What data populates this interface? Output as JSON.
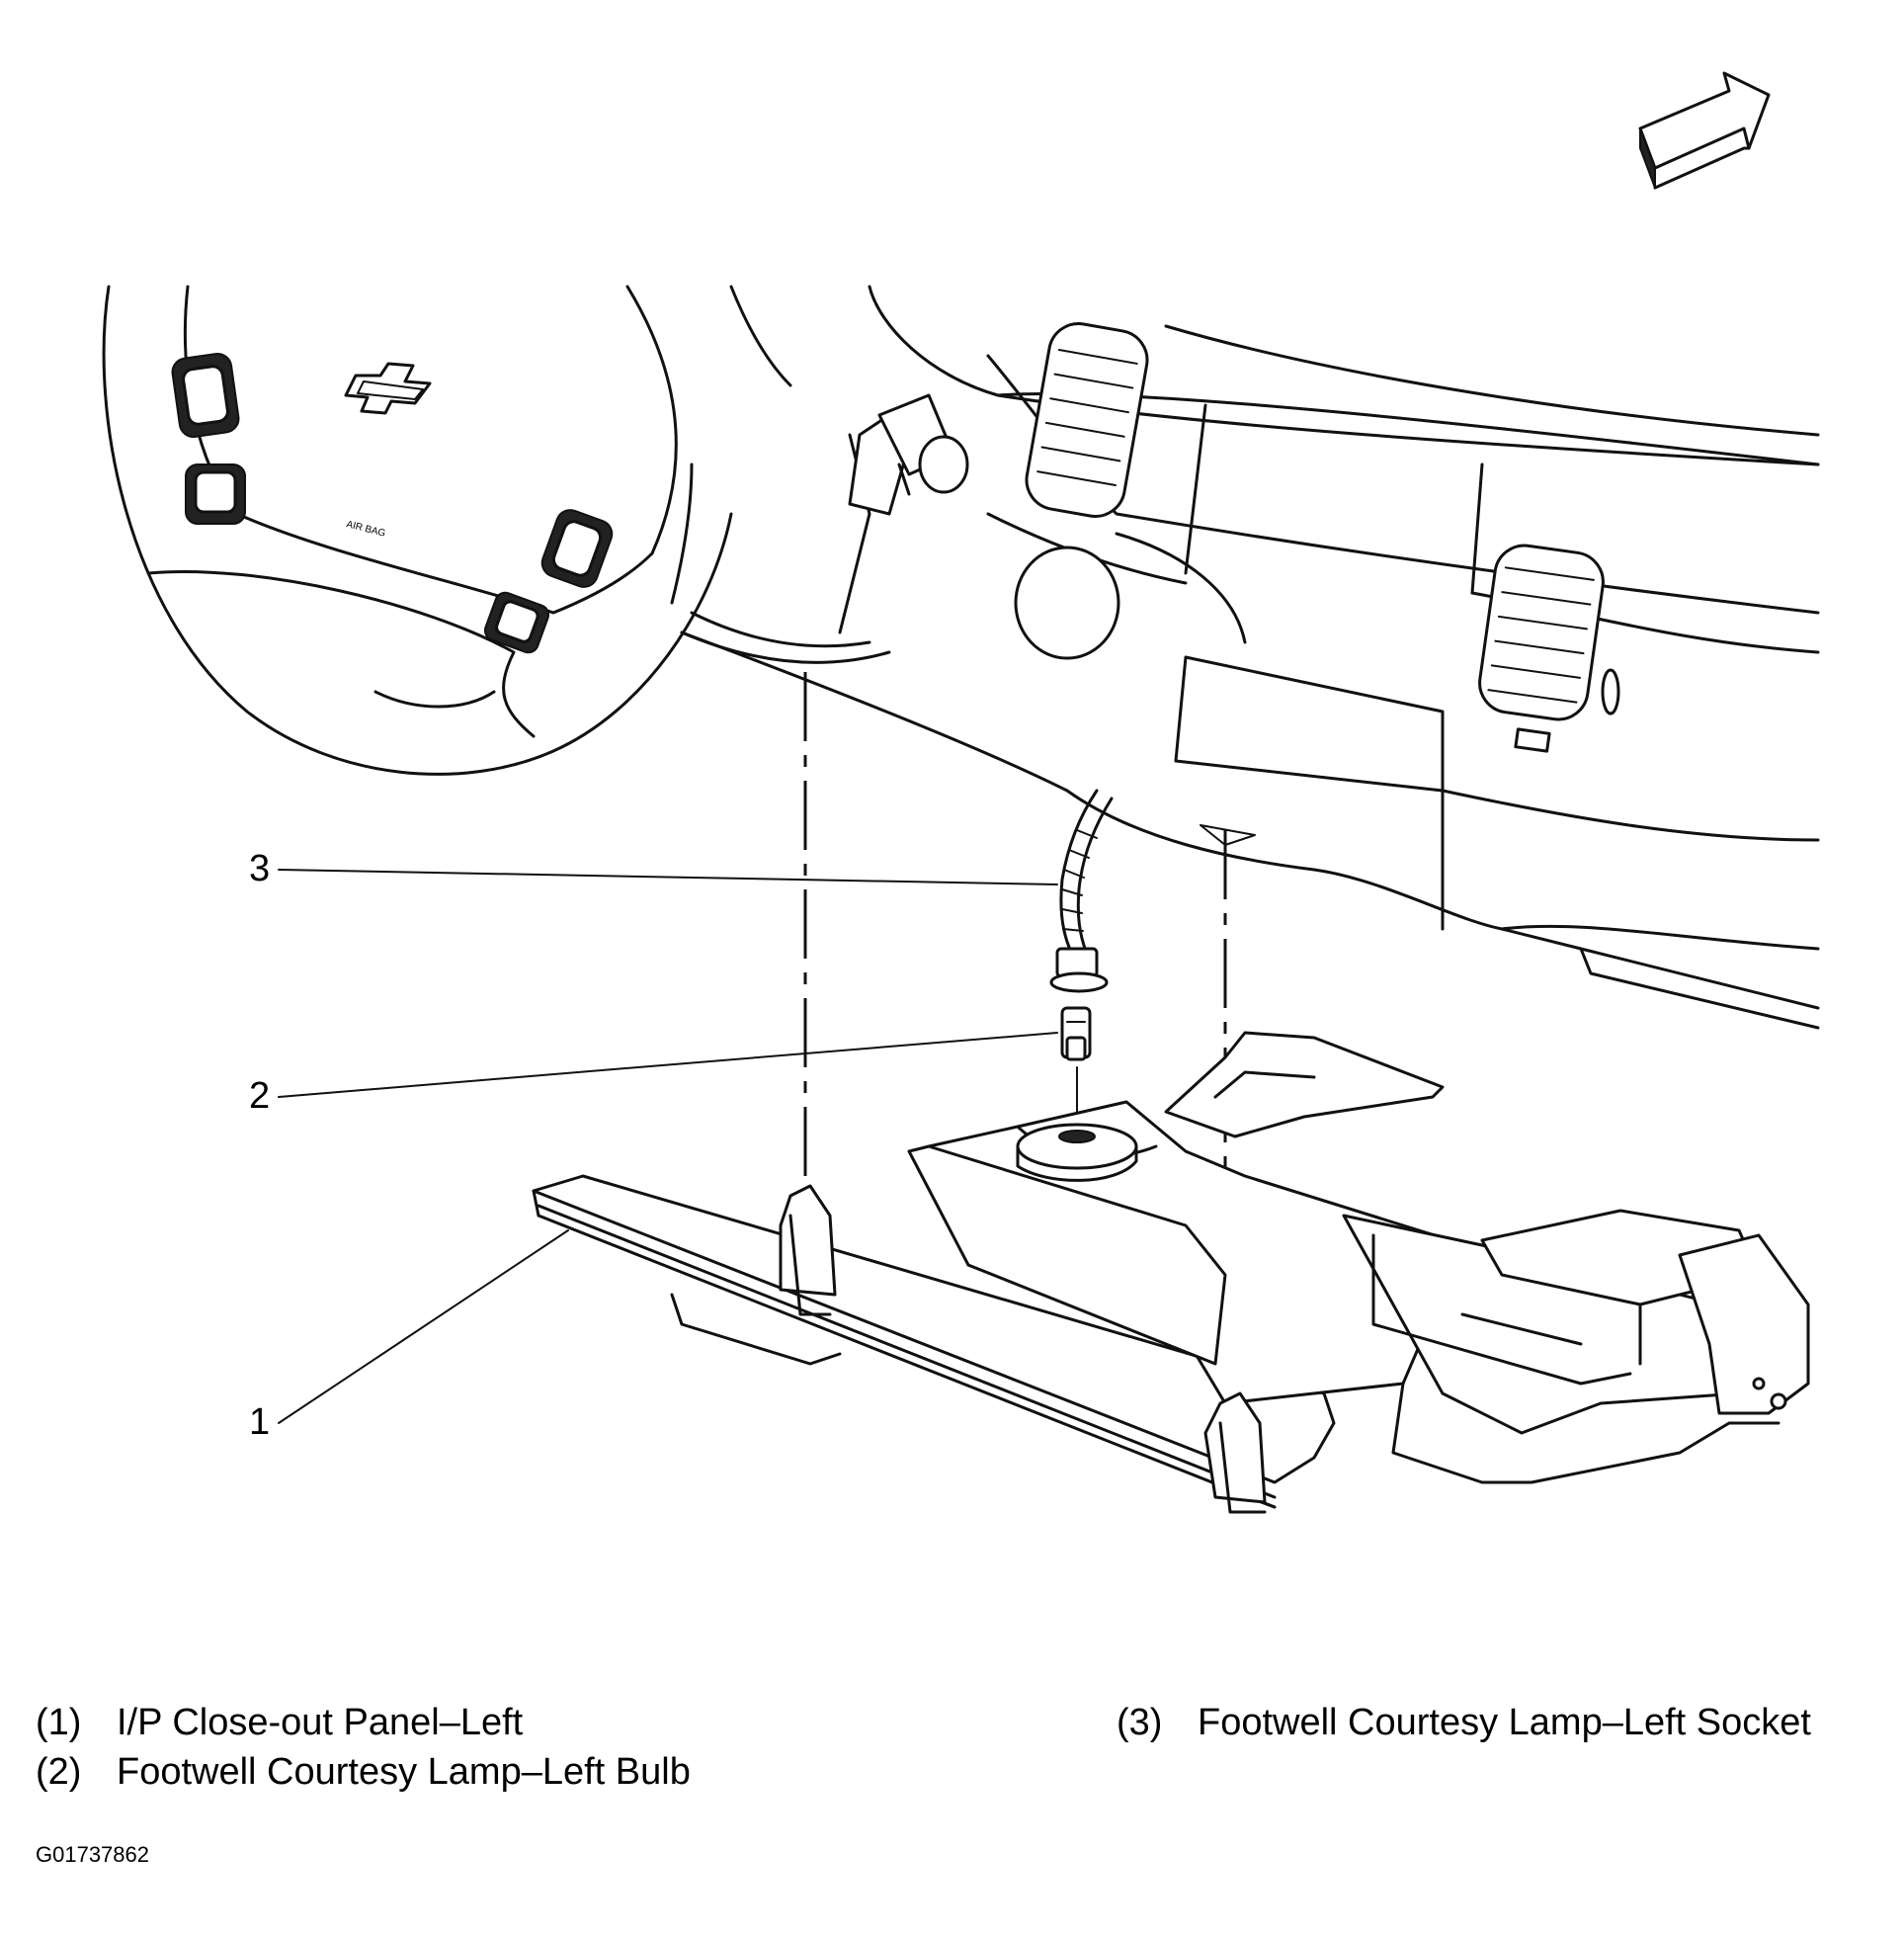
{
  "callouts": [
    {
      "number": "1"
    },
    {
      "number": "2"
    },
    {
      "number": "3"
    }
  ],
  "steering_wheel_text": "AIR BAG",
  "legend": [
    {
      "number": "(1)",
      "label": "I/P Close-out Panel–Left"
    },
    {
      "number": "(2)",
      "label": "Footwell Courtesy Lamp–Left Bulb"
    },
    {
      "number": "(3)",
      "label": "Footwell Courtesy Lamp–Left Socket"
    }
  ],
  "figure_id": "G01737862"
}
